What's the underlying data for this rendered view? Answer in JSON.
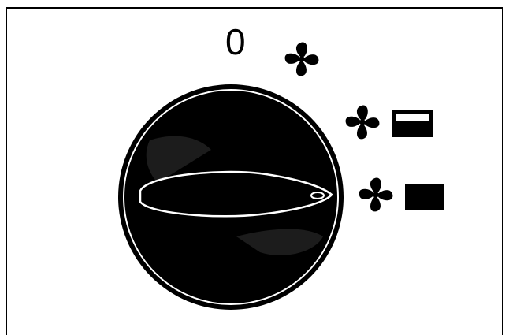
{
  "off_position": {
    "label": "0"
  },
  "settings": [
    {
      "id": "off",
      "icon": "fan-icon"
    },
    {
      "id": "fan-half-heat",
      "icon": "fan-icon",
      "indicator": "half-filled-square-icon"
    },
    {
      "id": "fan-full-heat",
      "icon": "fan-icon",
      "indicator": "filled-square-icon"
    }
  ],
  "knob": {
    "pointer_setting": "fan-full-heat",
    "body_color": "#000000",
    "outline_color": "#ffffff"
  }
}
